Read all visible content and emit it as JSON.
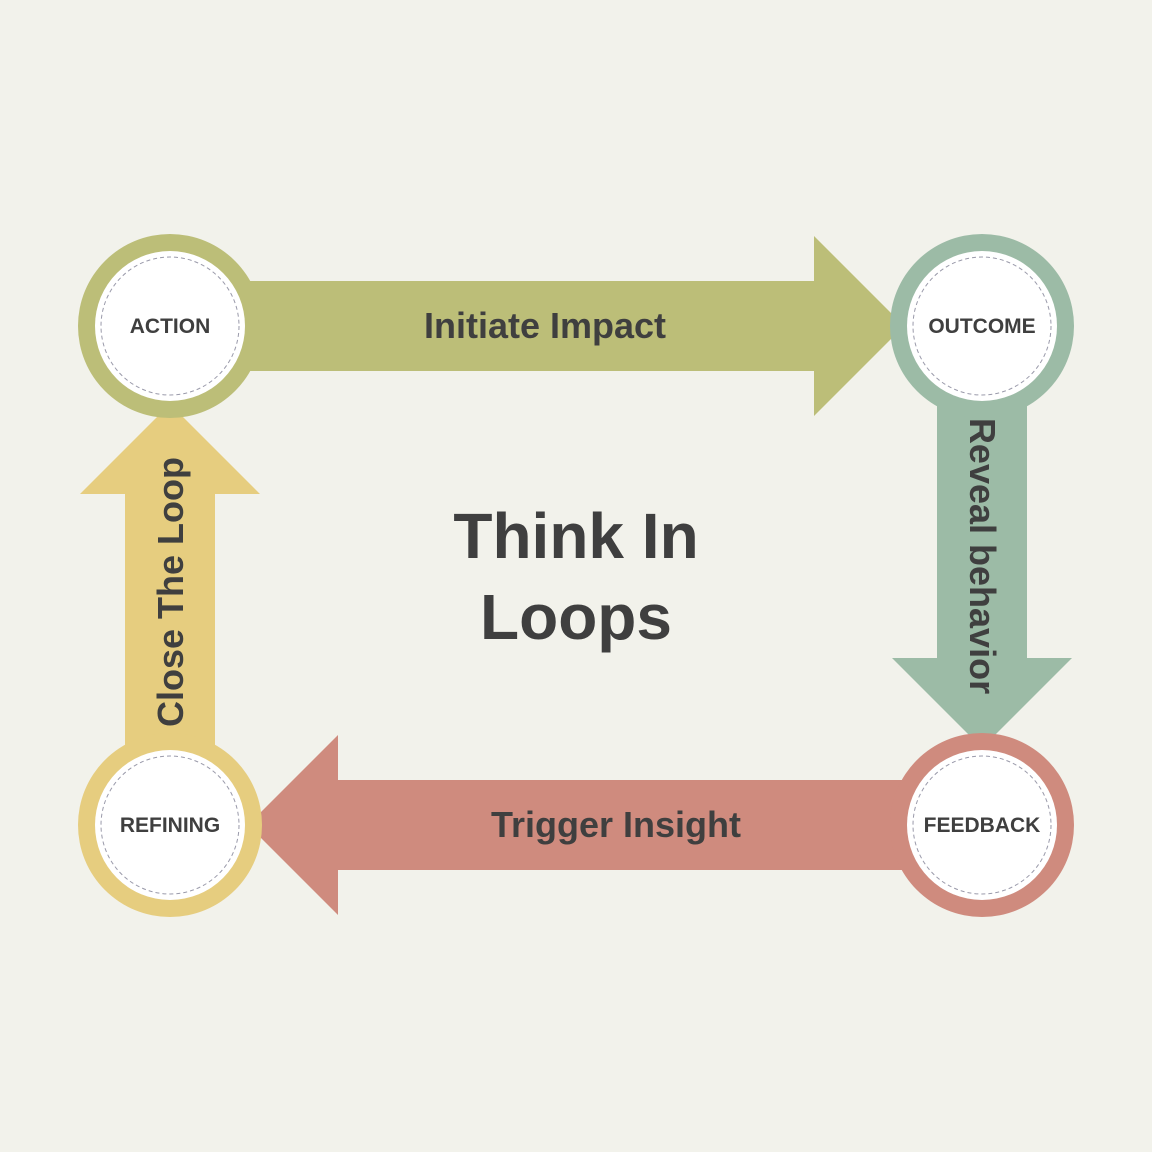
{
  "title": {
    "line1": "Think In",
    "line2": "Loops"
  },
  "nodes": [
    {
      "label": "ACTION",
      "color": "#bcbe78"
    },
    {
      "label": "OUTCOME",
      "color": "#9cbba6"
    },
    {
      "label": "FEEDBACK",
      "color": "#cf8b7e"
    },
    {
      "label": "REFINING",
      "color": "#e6cd7f"
    }
  ],
  "arrows": [
    {
      "label": "Initiate Impact",
      "color": "#bcbe78"
    },
    {
      "label": "Reveal behavior",
      "color": "#9cbba6"
    },
    {
      "label": "Trigger Insight",
      "color": "#cf8b7e"
    },
    {
      "label": "Close The Loop",
      "color": "#e6cd7f"
    }
  ],
  "colors": {
    "background": "#f2f2eb",
    "text": "#3f3f3f"
  }
}
